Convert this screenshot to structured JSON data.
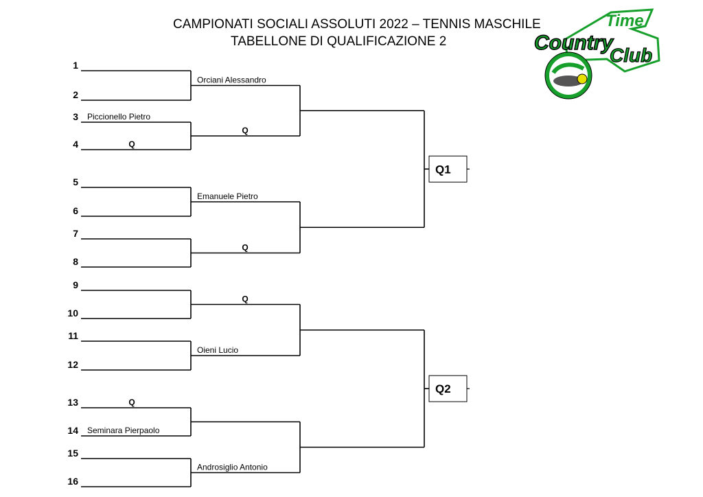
{
  "header": {
    "title_line1": "CAMPIONATI SOCIALI ASSOLUTI 2022 – TENNIS MASCHILE",
    "title_line2": "TABELLONE DI QUALIFICAZIONE 2"
  },
  "logo": {
    "text_country": "Country",
    "text_time": "Time",
    "text_club": "Club",
    "color": "#16a02b"
  },
  "bracket": {
    "seeds": [
      "1",
      "2",
      "3",
      "4",
      "5",
      "6",
      "7",
      "8",
      "9",
      "10",
      "11",
      "12",
      "13",
      "14",
      "15",
      "16"
    ],
    "first_round_names": [
      "",
      "",
      "Piccionello Pietro",
      "Q",
      "",
      "",
      "",
      "",
      "",
      "",
      "",
      "",
      "Q",
      "Seminara Pierpaolo",
      "",
      ""
    ],
    "second_round_names": [
      "Orciani Alessandro",
      "Q",
      "Emanuele Pietro",
      "Q",
      "Q",
      "Oieni Lucio",
      "",
      "Androsiglio Antonio"
    ],
    "qualifiers": [
      "Q1",
      "Q2"
    ]
  }
}
